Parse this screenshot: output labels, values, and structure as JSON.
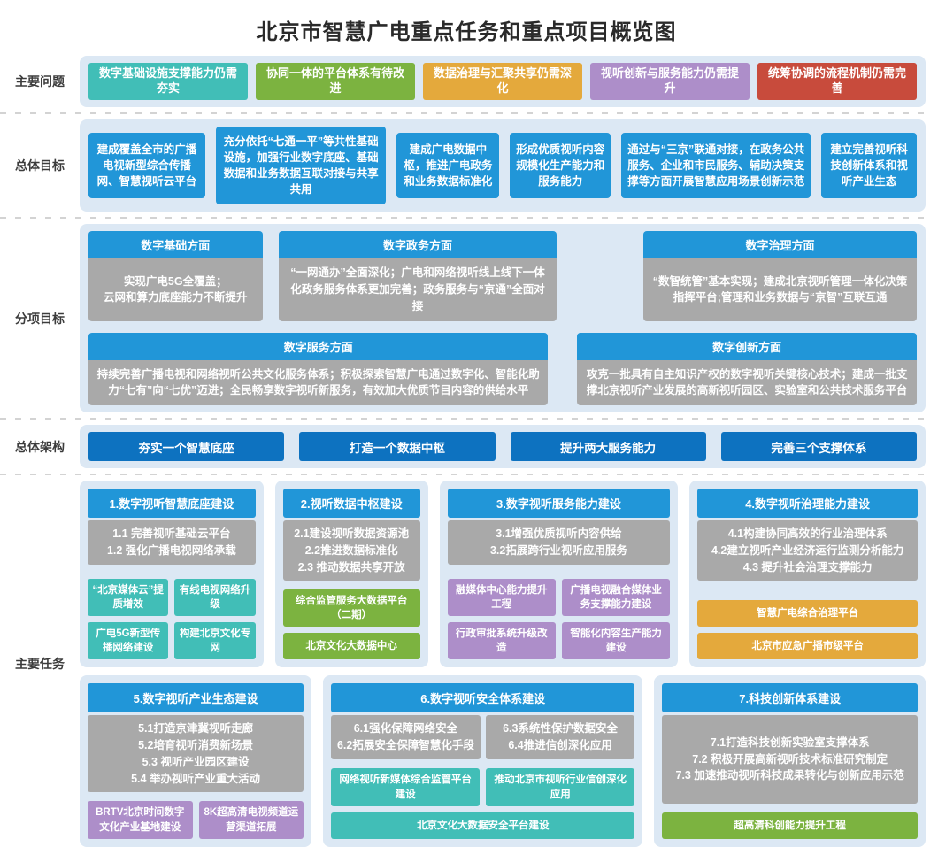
{
  "title": "北京市智慧广电重点任务和重点项目概览图",
  "colors": {
    "teal": "#41beb7",
    "green": "#7cb340",
    "yellow": "#e4a93c",
    "purple": "#ad8ec9",
    "red": "#c84b3c",
    "blue": "#2196d8",
    "dark_blue": "#0d72c0",
    "gray": "#a9a9a9",
    "panel_bg": "#dce8f4"
  },
  "problems": {
    "label": "主要问题",
    "items": [
      "数字基础设施支撑能力仍需夯实",
      "协同一体的平台体系有待改进",
      "数据治理与汇聚共享仍需深化",
      "视听创新与服务能力仍需提升",
      "统筹协调的流程机制仍需完善"
    ]
  },
  "goals": {
    "label": "总体目标",
    "items": [
      "建成覆盖全市的广播电视新型综合传播网、智慧视听云平台",
      "充分依托“七通一平”等共性基础设施，加强行业数字底座、基础数据和业务数据互联对接与共享共用",
      "建成广电数据中枢，推进广电政务和业务数据标准化",
      "形成优质视听内容规模化生产能力和服务能力",
      "通过与“三京”联通对接，在政务公共服务、企业和市民服务、辅助决策支撑等方面开展智慧应用场景创新示范",
      "建立完善视听科技创新体系和视听产业生态"
    ]
  },
  "subgoals": {
    "label": "分项目标",
    "row1": [
      {
        "header": "数字基础方面",
        "body": "实现广电5G全覆盖；\n云网和算力底座能力不断提升"
      },
      {
        "header": "数字政务方面",
        "body": "“一网通办”全面深化；广电和网络视听线上线下一体化政务服务体系更加完善；政务服务与“京通”全面对接"
      },
      {
        "header": "数字治理方面",
        "body": "“数智统管”基本实现；建成北京视听管理一体化决策指挥平台;管理和业务数据与“京智”互联互通"
      }
    ],
    "row2": [
      {
        "header": "数字服务方面",
        "body": "持续完善广播电视和网络视听公共文化服务体系；积极探索智慧广电通过数字化、智能化助力“七有”向“七优”迈进；全民畅享数字视听新服务，有效加大优质节目内容的供给水平"
      },
      {
        "header": "数字创新方面",
        "body": "攻克一批具有自主知识产权的数字视听关键核心技术；建成一批支撑北京视听产业发展的高新视听园区、实验室和公共技术服务平台"
      }
    ]
  },
  "architecture": {
    "label": "总体架构",
    "items": [
      "夯实一个智慧底座",
      "打造一个数据中枢",
      "提升两大服务能力",
      "完善三个支撑体系"
    ]
  },
  "tasks": {
    "label": "主要任务",
    "groups": [
      {
        "header": "1.数字视听智慧底座建设",
        "subs": "1.1 完善视听基础云平台\n1.2 强化广播电视网络承载",
        "projects": [
          "“北京媒体云”提质增效",
          "有线电视网络升级",
          "广电5G新型传播网络建设",
          "构建北京文化专网"
        ]
      },
      {
        "header": "2.视听数据中枢建设",
        "subs": "2.1建设视听数据资源池\n2.2推进数据标准化\n2.3 推动数据共享开放",
        "projects": [
          "综合监管服务大数据平台\n（二期）",
          "北京文化大数据中心"
        ]
      },
      {
        "header": "3.数字视听服务能力建设",
        "subs": "3.1增强优质视听内容供给\n3.2拓展跨行业视听应用服务",
        "projects": [
          "融媒体中心能力提升工程",
          "广播电视融合媒体业务支撑能力建设",
          "行政审批系统升级改造",
          "智能化内容生产能力建设"
        ]
      },
      {
        "header": "4.数字视听治理能力建设",
        "subs": "4.1构建协同高效的行业治理体系\n4.2建立视听产业经济运行监测分析能力\n4.3 提升社会治理支撑能力",
        "projects": [
          "智慧广电综合治理平台",
          "北京市应急广播市级平台"
        ]
      },
      {
        "header": "5.数字视听产业生态建设",
        "subs": "5.1打造京津冀视听走廊\n5.2培育视听消费新场景\n5.3 视听产业园区建设\n5.4 举办视听产业重大活动",
        "projects": [
          "BRTV北京时间数字文化产业基地建设",
          "8K超高清电视频道运营渠道拓展"
        ]
      },
      {
        "header": "6.数字视听安全体系建设",
        "subs_left": "6.1强化保障网络安全\n6.2拓展安全保障智慧化手段",
        "subs_right": "6.3系统性保护数据安全\n6.4推进信创深化应用",
        "projects": [
          "网络视听新媒体综合监管平台建设",
          "推动北京市视听行业信创深化应用"
        ],
        "project_wide": "北京文化大数据安全平台建设"
      },
      {
        "header": "7.科技创新体系建设",
        "subs": "7.1打造科技创新实验室支撑体系\n7.2 积极开展高新视听技术标准研究制定\n7.3 加速推动视听科技成果转化与创新应用示范",
        "projects": [
          "超高清科创能力提升工程"
        ]
      }
    ]
  }
}
